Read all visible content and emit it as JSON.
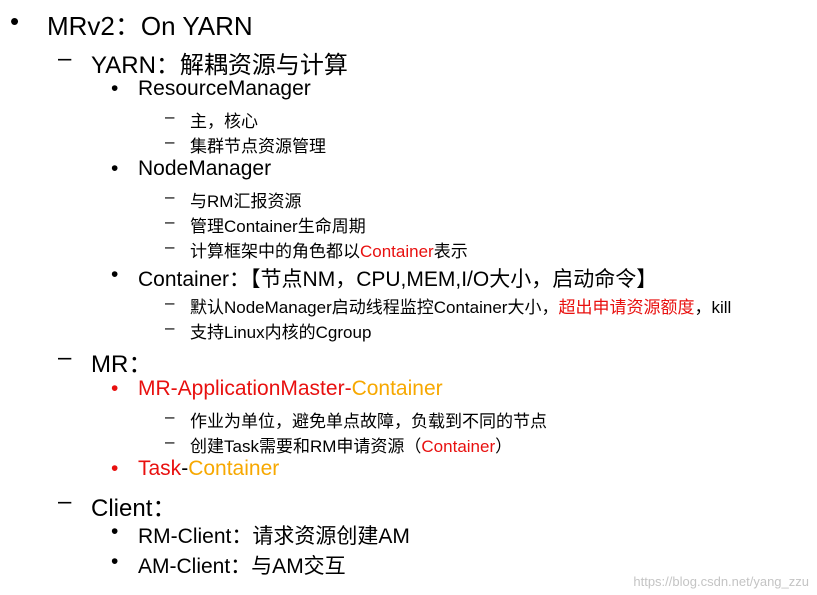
{
  "bullets": {
    "l1": "•",
    "l2": "–",
    "l3": "•",
    "l4": "–"
  },
  "outline": {
    "title": "MRv2：On YARN",
    "yarn": {
      "heading": "YARN：解耦资源与计算",
      "rm": {
        "label": "ResourceManager",
        "items": [
          "主，核心",
          "集群节点资源管理"
        ]
      },
      "nm": {
        "label": "NodeManager",
        "items": [
          "与RM汇报资源",
          "管理Container生命周期"
        ],
        "item3_prefix": "计算框架中的角色都以",
        "item3_red": "Container",
        "item3_suffix": "表示"
      },
      "container": {
        "label": "Container：【节点NM，CPU,MEM,I/O大小，启动命令】",
        "item1_prefix": "默认NodeManager启动线程监控Container大小，",
        "item1_red": "超出申请资源额度",
        "item1_suffix": "，kill",
        "item2": "支持Linux内核的Cgroup"
      }
    },
    "mr": {
      "heading": "MR：",
      "am": {
        "label_red": "MR-ApplicationMaster",
        "label_sep": "-",
        "label_orange": "Container",
        "items": [
          "作业为单位，避免单点故障，负载到不同的节点"
        ],
        "item2_prefix": "创建Task需要和RM申请资源（",
        "item2_red": "Container",
        "item2_suffix": "）"
      },
      "task": {
        "label_red": "Task",
        "label_sep": "-",
        "label_orange": "Container"
      }
    },
    "client": {
      "heading": "Client：",
      "items": [
        "RM-Client：请求资源创建AM",
        "AM-Client：与AM交互"
      ]
    }
  },
  "watermark": "https://blog.csdn.net/yang_zzu"
}
